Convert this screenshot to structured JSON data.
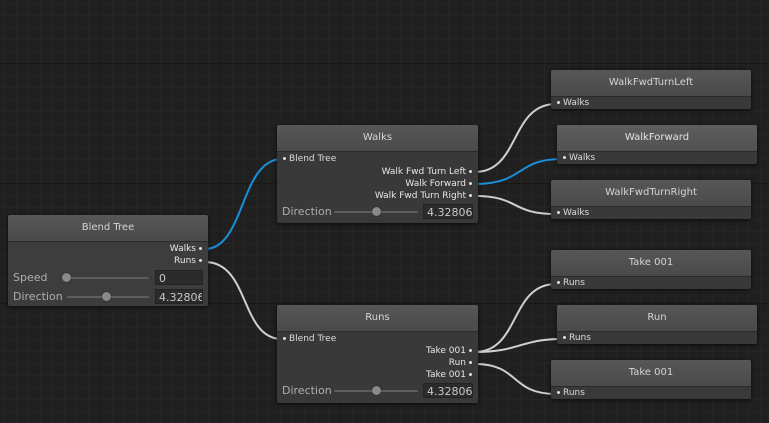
{
  "root": {
    "title": "Blend Tree",
    "outputs": [
      "Walks",
      "Runs"
    ],
    "params": [
      {
        "label": "Speed",
        "value": "0",
        "fraction": 0.0
      },
      {
        "label": "Direction",
        "value": "4.32806",
        "fraction": 0.5
      }
    ]
  },
  "walks": {
    "title": "Walks",
    "input": "Blend Tree",
    "outputs": [
      "Walk Fwd Turn Left",
      "Walk Forward",
      "Walk Fwd Turn Right"
    ],
    "param": {
      "label": "Direction",
      "value": "4.32806",
      "fraction": 0.5
    }
  },
  "runs": {
    "title": "Runs",
    "input": "Blend Tree",
    "outputs": [
      "Take 001",
      "Run",
      "Take 001"
    ],
    "param": {
      "label": "Direction",
      "value": "4.32806",
      "fraction": 0.5
    }
  },
  "clips": [
    {
      "title": "WalkFwdTurnLeft",
      "input": "Walks"
    },
    {
      "title": "WalkForward",
      "input": "Walks"
    },
    {
      "title": "WalkFwdTurnRight",
      "input": "Walks"
    },
    {
      "title": "Take 001",
      "input": "Runs"
    },
    {
      "title": "Run",
      "input": "Runs"
    },
    {
      "title": "Take 001",
      "input": "Runs"
    }
  ],
  "colors": {
    "active_wire": "#1a8fd8",
    "wire": "#d0d0d0",
    "node": "#393939",
    "header": "#4f4f4f"
  }
}
